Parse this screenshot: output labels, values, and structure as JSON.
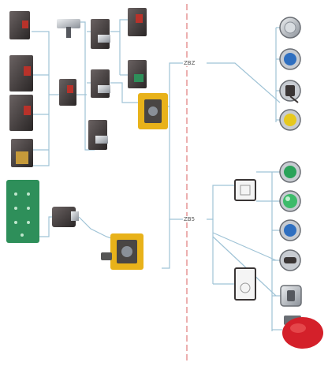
{
  "colors": {
    "connector": "#9fc3d6",
    "divider": "#e07a7a",
    "module_dark": "#3a3535",
    "module_red": "#b8322a",
    "pcb_green": "#2e8f5a",
    "collar_yellow": "#e8b21a",
    "button_blue": "#2f6fc0",
    "button_green": "#2aa35a",
    "button_yellow": "#e6c81e",
    "button_grey": "#8a8f96",
    "estop_red": "#d4202a"
  },
  "labels": {
    "upper_hub": "ZBZ",
    "lower_hub": "ZB5"
  },
  "components": {
    "left_modules": [
      "contact-block",
      "contact-block",
      "contact-block",
      "contact-block"
    ],
    "pcb": "printed-circuit-board",
    "operators": [
      "metal-pushbutton",
      "blue-pushbutton",
      "key-selector",
      "yellow-pushbutton",
      "green-pushbutton",
      "green-illuminated-pushbutton",
      "blue-pushbutton",
      "selector-switch",
      "key-switch",
      "emergency-stop-mushroom"
    ]
  }
}
